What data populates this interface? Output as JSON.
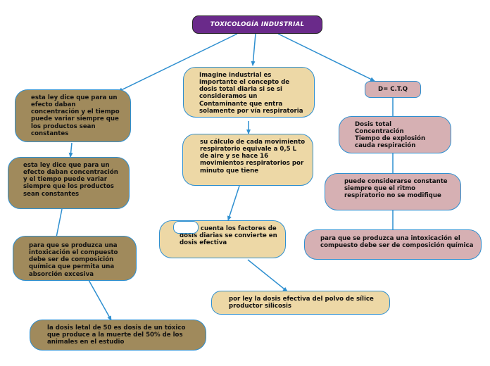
{
  "title": "TOXICOLOGÍA INDUSTRIAL",
  "left": {
    "n1": "esta ley dice que para un efecto daban concentración y el tiempo puede variar siempre que los productos sean constantes",
    "n2": "esta ley dice que para un efecto daban concentración y el tiempo puede variar siempre que los productos sean constantes",
    "n3": "para que se produzca una intoxicación el compuesto debe ser de composición química que permita una absorción excesiva",
    "n4": "la dosis letal de 50 es dosis de un tóxico que produce a la muerte del 50% de los animales en el estudio"
  },
  "center": {
    "n1": "Imagine industrial es importante el concepto de dosis total diaria si se si consideramos un Contaminante que entra solamente por vía respiratoria",
    "n2": "su cálculo de cada movimiento respiratorio equivale a 0,5 L de aire y se hace 16 movimientos respiratorios por minuto que tiene",
    "n3": "he en cuenta los factores de dosis diarias se convierte en dosis efectiva",
    "n4": "por ley la dosis efectiva del polvo de sílice productor silicosis"
  },
  "right": {
    "formula": "D= C.T.Q",
    "n1": "Dosis total\nConcentración\nTiempo de explosión\ncauda respiración",
    "n2": "puede considerarse constante siempre que el ritmo respiratorio no se modifique",
    "n3": "para que se produzca una intoxicación el compuesto debe ser de composición química"
  },
  "colors": {
    "title": "#6a2a8a",
    "brown": "#a08a5c",
    "tan": "#edd8a6",
    "pink": "#d6b0b3",
    "connector": "#2e8fd0"
  }
}
